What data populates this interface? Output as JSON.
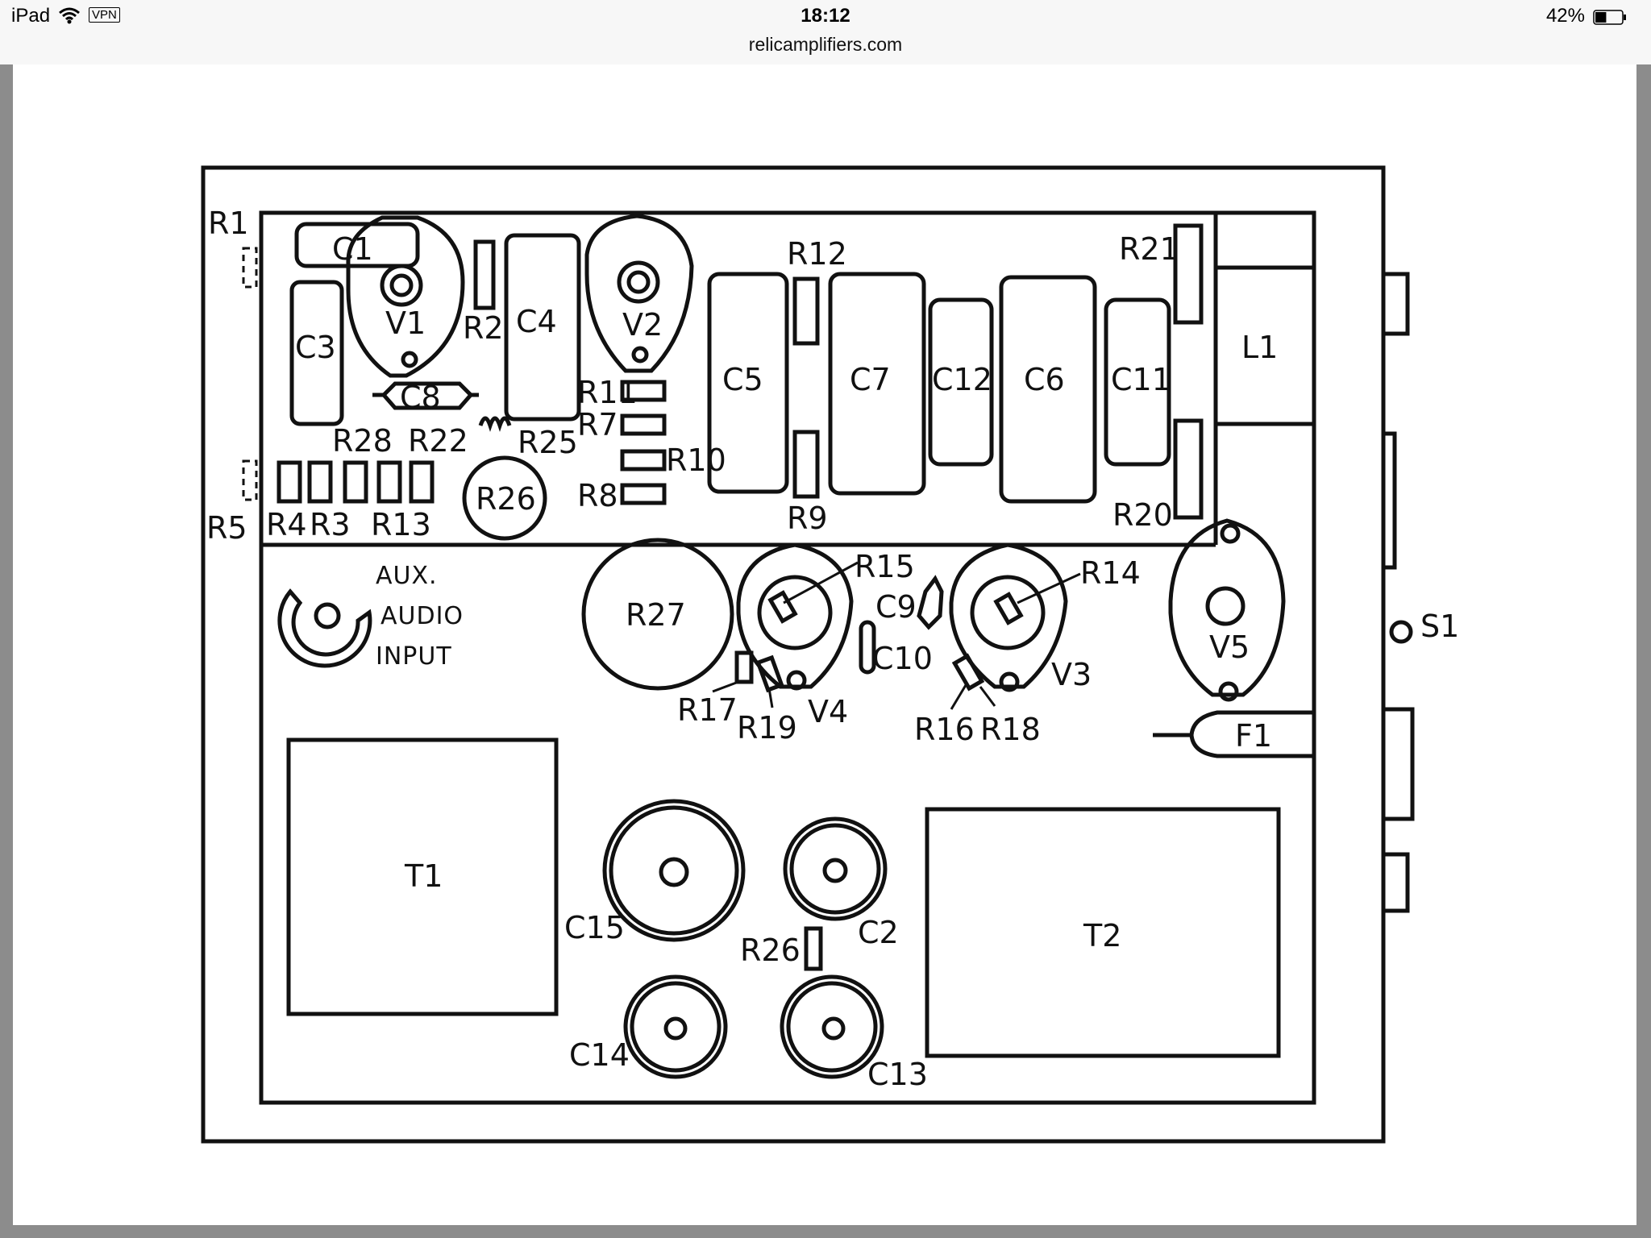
{
  "status_bar": {
    "device": "iPad",
    "vpn": "VPN",
    "time": "18:12",
    "url": "relicamplifiers.com",
    "battery": "42%",
    "battery_level": 0.42
  },
  "diagram": {
    "components": {
      "R1": "R1",
      "R2": "R2",
      "R3": "R3",
      "R4": "R4",
      "R5": "R5",
      "R7": "R7",
      "R8": "R8",
      "R9": "R9",
      "R10": "R10",
      "R11": "R11",
      "R12": "R12",
      "R13": "R13",
      "R14": "R14",
      "R15": "R15",
      "R16": "R16",
      "R17": "R17",
      "R18": "R18",
      "R19": "R19",
      "R20": "R20",
      "R21": "R21",
      "R22": "R22",
      "R25": "R25",
      "R26a": "R26",
      "R26b": "R26",
      "R27": "R27",
      "R28": "R28",
      "C1": "C1",
      "C2": "C2",
      "C3": "C3",
      "C4": "C4",
      "C5": "C5",
      "C6": "C6",
      "C7": "C7",
      "C8": "C8",
      "C9": "C9",
      "C10": "C10",
      "C11": "C11",
      "C12": "C12",
      "C13": "C13",
      "C14": "C14",
      "C15": "C15",
      "V1": "V1",
      "V2": "V2",
      "V3": "V3",
      "V4": "V4",
      "V5": "V5",
      "L1": "L1",
      "T1": "T1",
      "T2": "T2",
      "F1": "F1",
      "S1": "S1"
    },
    "aux_input": [
      "AUX.",
      "AUDIO",
      "INPUT"
    ]
  }
}
